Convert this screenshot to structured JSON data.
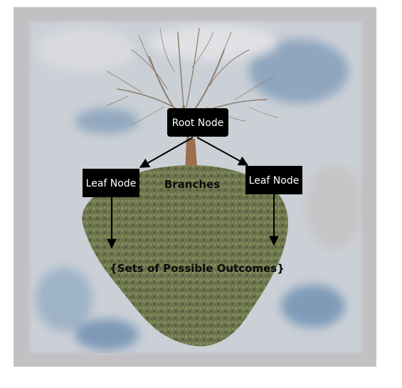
{
  "diagram": {
    "nodes": {
      "root": {
        "label": "Root Node"
      },
      "leaf_left": {
        "label": "Leaf Node"
      },
      "leaf_right": {
        "label": "Leaf Node"
      }
    },
    "branches_label": "Branches",
    "outcomes_label": "{Sets of Possible Outcomes}"
  },
  "colors": {
    "node_fill": "#000000",
    "node_text": "#ffffff",
    "arrow": "#000000",
    "label_text": "#0c0c0c",
    "frame": "#c2c0c2",
    "sky": "#cbd0d7",
    "sky_blue": "#8ea6bf",
    "foliage": "#6f7850",
    "bare_branches": "#8f7f6c",
    "trunk": "#9c6f4c"
  }
}
